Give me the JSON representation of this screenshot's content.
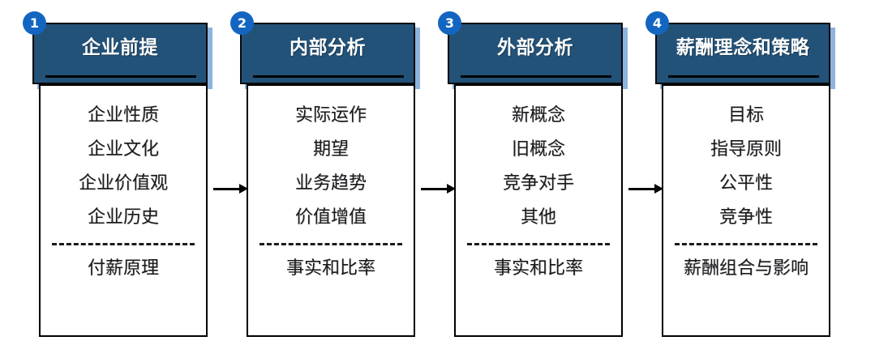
{
  "diagram": {
    "type": "process-flow",
    "columns": [
      {
        "badge": "1",
        "title": "企业前提",
        "items": [
          "企业性质",
          "企业文化",
          "企业价值观",
          "企业历史"
        ],
        "footer": "付薪原理"
      },
      {
        "badge": "2",
        "title": "内部分析",
        "items": [
          "实际运作",
          "期望",
          "业务趋势",
          "价值增值"
        ],
        "footer": "事实和比率"
      },
      {
        "badge": "3",
        "title": "外部分析",
        "items": [
          "新概念",
          "旧概念",
          "竞争对手",
          "其他"
        ],
        "footer": "事实和比率"
      },
      {
        "badge": "4",
        "title": "薪酬理念和策略",
        "items": [
          "目标",
          "指导原则",
          "公平性",
          "竞争性"
        ],
        "footer": "薪酬组合与影响"
      }
    ],
    "connectors": [
      {
        "name": "arrow-1-to-2",
        "glyph": "arrow-right-icon"
      },
      {
        "name": "arrow-2-to-3",
        "glyph": "arrow-right-icon"
      },
      {
        "name": "arrow-3-to-4",
        "glyph": "arrow-right-icon"
      }
    ],
    "colors": {
      "header_fill": "#235279",
      "header_shadow": "#8db3de",
      "badge_fill": "#1266c1",
      "border": "#000000",
      "body_fill": "#ffffff",
      "text": "#1b1b1b"
    }
  }
}
